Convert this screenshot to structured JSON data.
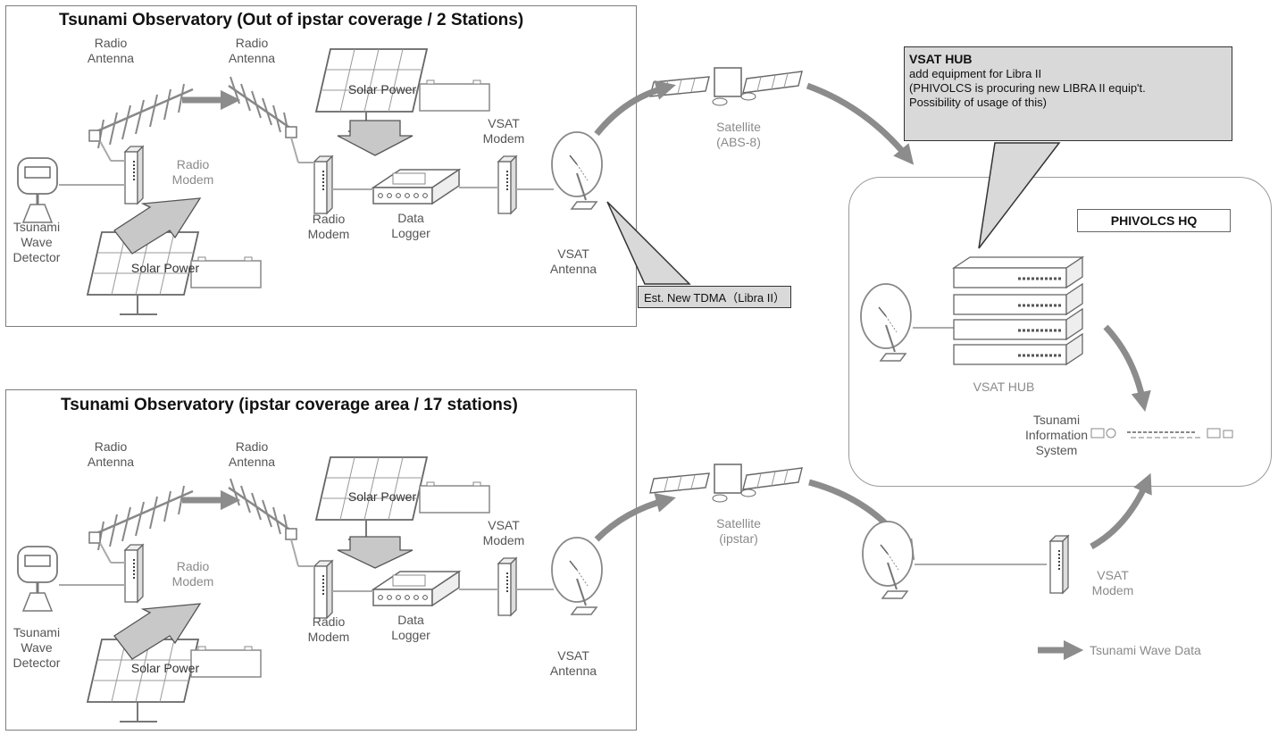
{
  "top_panel": {
    "title": "Tsunami Observatory (Out of ipstar coverage / 2 Stations)",
    "radio_antenna_1": "Radio\nAntenna",
    "radio_antenna_2": "Radio\nAntenna",
    "solar_power_1": "Solar Power",
    "solar_power_2": "Solar Power",
    "radio_modem_1": "Radio\nModem",
    "radio_modem_2": "Radio\nModem",
    "data_logger": "Data\nLogger",
    "vsat_modem": "VSAT\nModem",
    "vsat_antenna": "VSAT\nAntenna",
    "detector": "Tsunami\nWave\nDetector"
  },
  "bottom_panel": {
    "title": "Tsunami Observatory (ipstar coverage area / 17 stations)",
    "radio_antenna_1": "Radio\nAntenna",
    "radio_antenna_2": "Radio\nAntenna",
    "solar_power_1": "Solar Power",
    "solar_power_2": "Solar Power",
    "radio_modem_1": "Radio\nModem",
    "radio_modem_2": "Radio\nModem",
    "data_logger": "Data\nLogger",
    "vsat_modem": "VSAT\nModem",
    "vsat_antenna": "VSAT\nAntenna",
    "detector": "Tsunami\nWave\nDetector"
  },
  "satellite_top": "Satellite\n(ABS-8)",
  "satellite_bottom": "Satellite\n(ipstar)",
  "tdma_label": "Est. New TDMA（Libra II）",
  "callout": {
    "heading": "VSAT HUB",
    "line1": "add equipment for Libra II",
    "line2": "(PHIVOLCS is procuring new LIBRA II equip't.",
    "line3": "Possibility of usage of this)"
  },
  "hq": {
    "title": "PHIVOLCS HQ",
    "vsat_hub": "VSAT HUB",
    "info_system": "Tsunami\nInformation\nSystem"
  },
  "ground": {
    "vsat_modem": "VSAT\nModem"
  },
  "legend": {
    "label": "Tsunami Wave Data"
  }
}
